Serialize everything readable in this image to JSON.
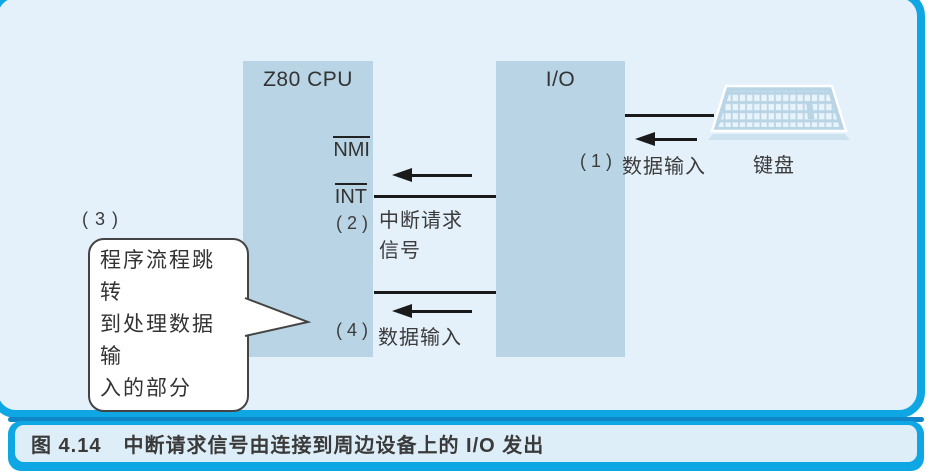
{
  "colors": {
    "accent_cyan": "#0FA7E3",
    "accent_dark_blue": "#0E86C7",
    "panel_fill": "#E4F1FA",
    "box_fill": "#B9D5E5",
    "caption_fill": "#DDEEF8",
    "line_color": "#1A1A1A",
    "text_color": "#3B3B3B"
  },
  "icons": {
    "keyboard": "keyboard-icon"
  },
  "diagram": {
    "cpu_box": {
      "title": "Z80 CPU",
      "nmi_pin": "NMI",
      "int_pin": "INT",
      "step_2": "( 2 )",
      "step_4": "( 4 )"
    },
    "io_box": {
      "title": "I/O",
      "step_1": "( 1 )"
    },
    "labels": {
      "interrupt_request_line1": "中断请求",
      "interrupt_request_line2": "信号",
      "data_input_io": "数据输入",
      "data_input_cpu": "数据输入",
      "keyboard": "键盘",
      "step_3": "( 3 )"
    },
    "bubble": {
      "line1": "程序流程跳转",
      "line2": "到处理数据输",
      "line3": "入的部分"
    }
  },
  "caption": {
    "number": "图 4.14",
    "text": "中断请求信号由连接到周边设备上的 I/O 发出"
  }
}
